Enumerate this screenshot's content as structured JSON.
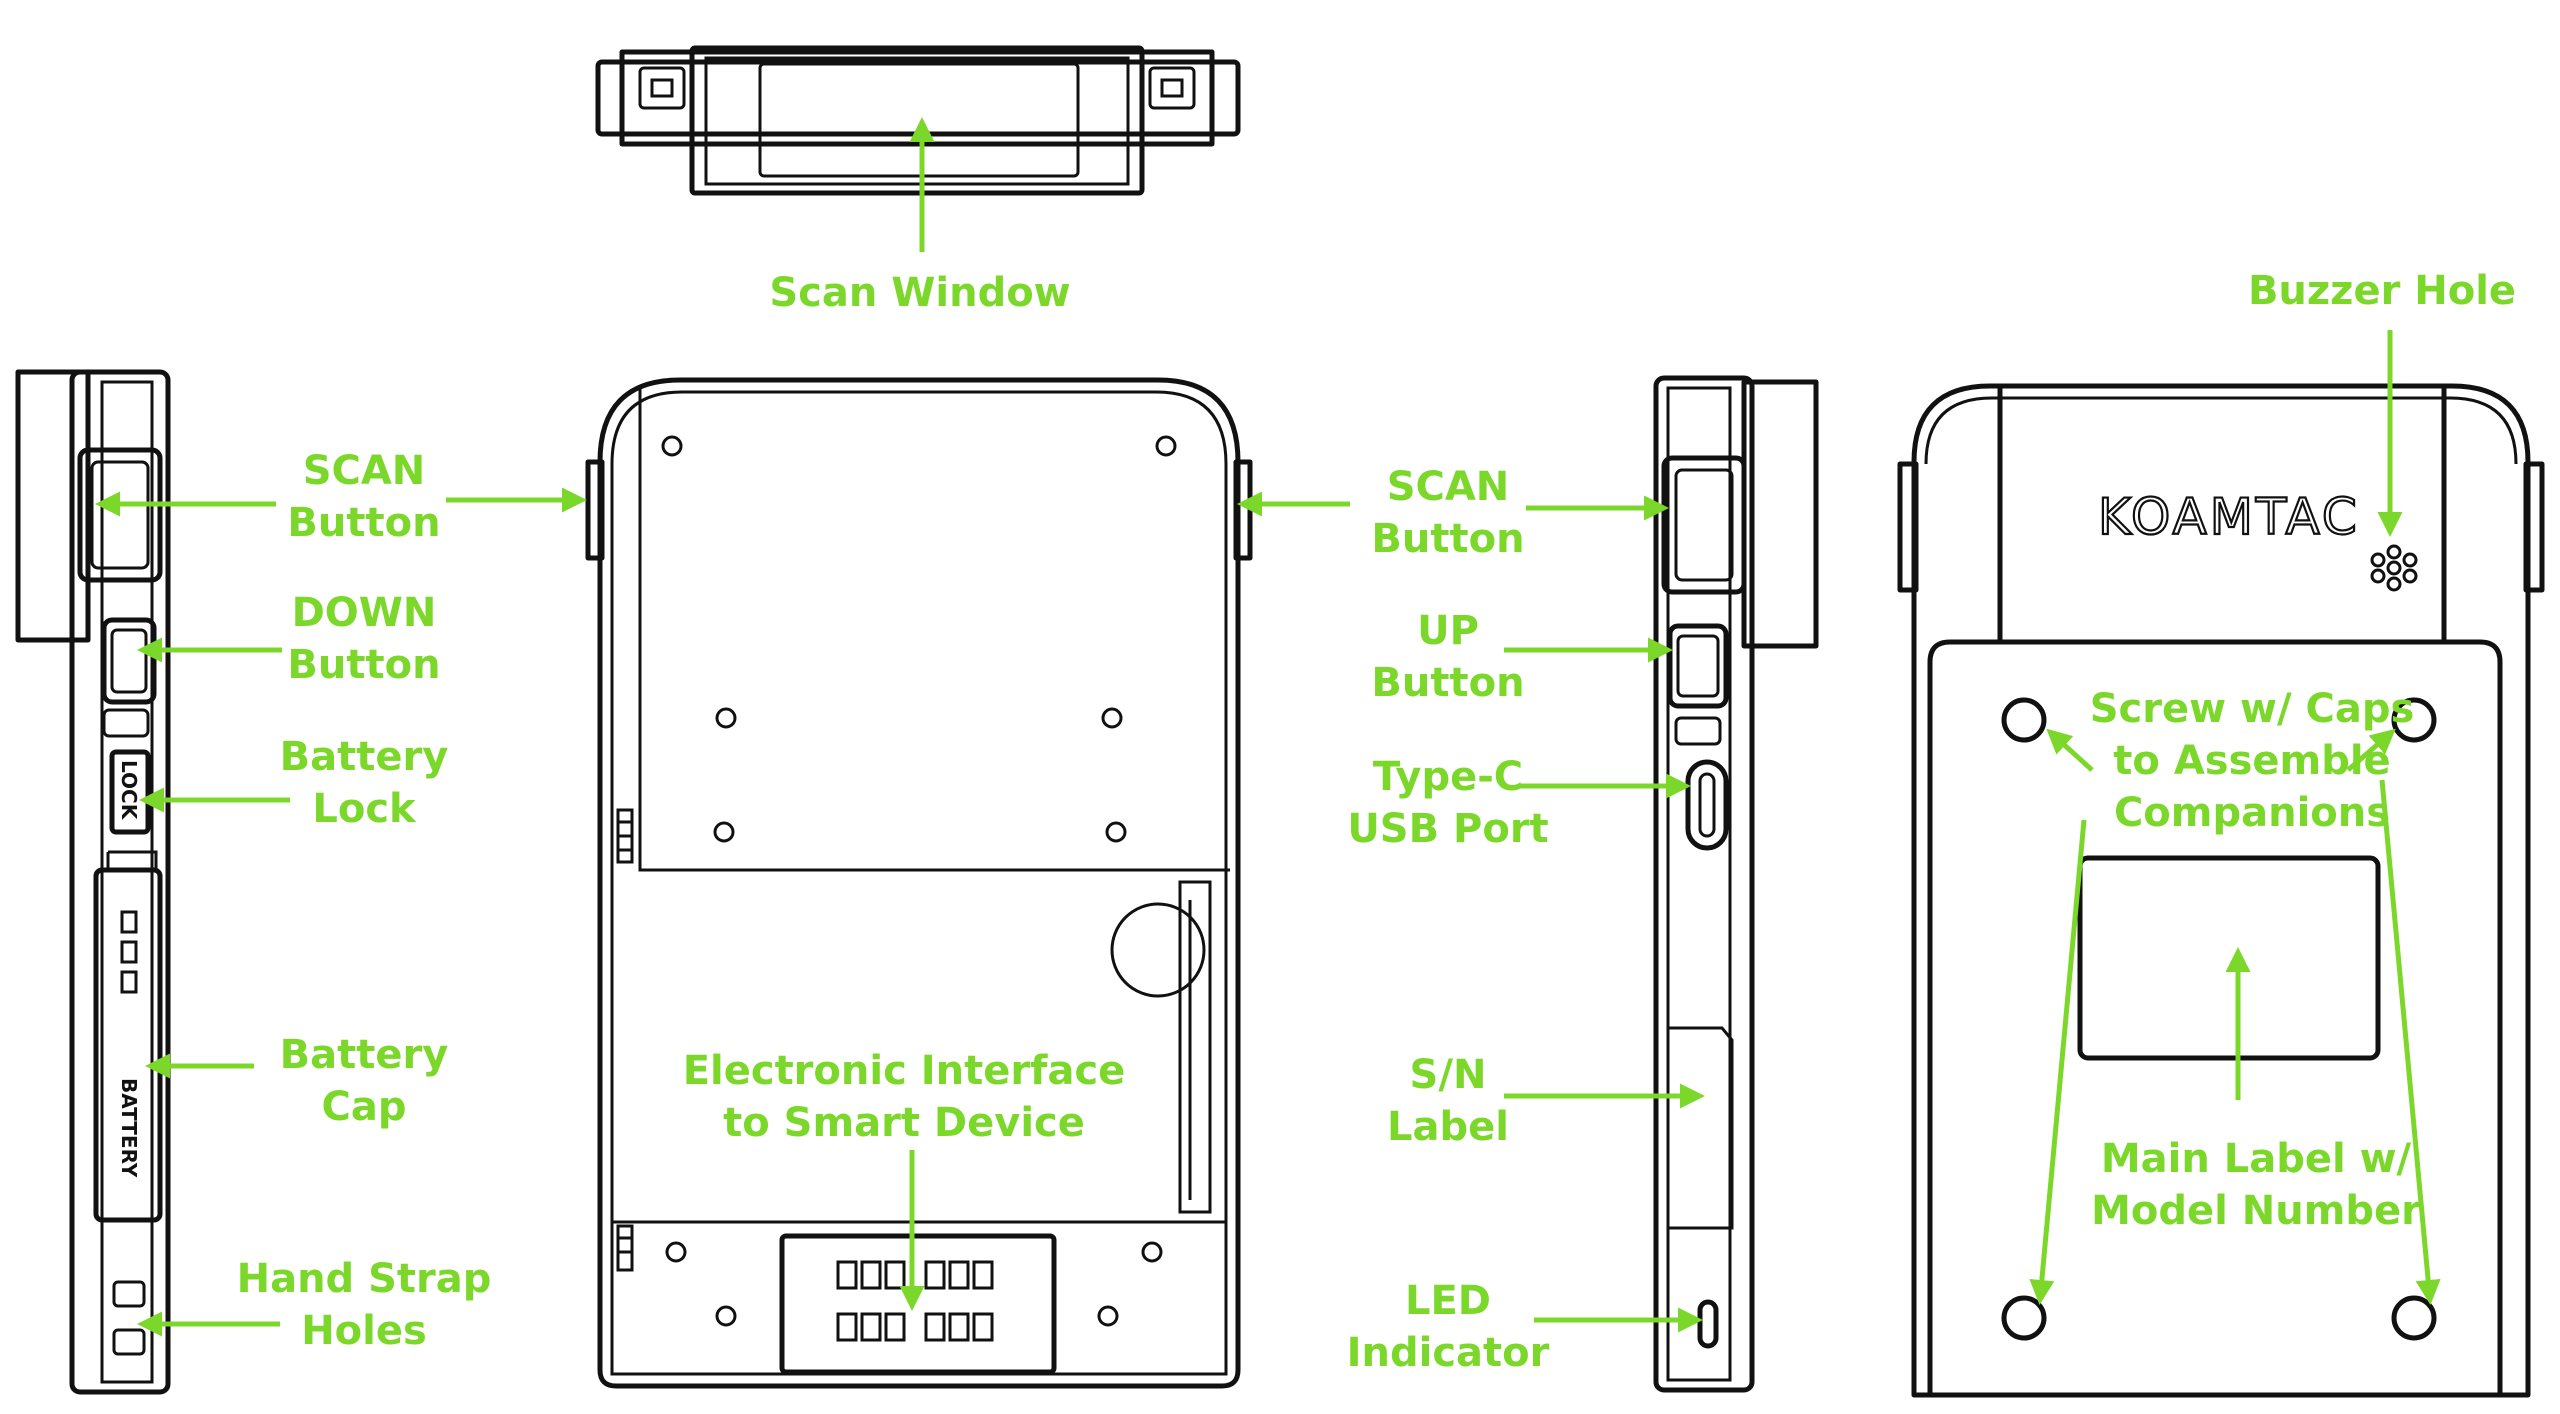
{
  "labels": {
    "scan_window": "Scan Window",
    "buzzer_hole": "Buzzer Hole",
    "left_scan": [
      "SCAN",
      "Button"
    ],
    "down_button": [
      "DOWN",
      "Button"
    ],
    "battery_lock": [
      "Battery",
      "Lock"
    ],
    "battery_cap": [
      "Battery",
      "Cap"
    ],
    "hand_strap": [
      "Hand Strap",
      "Holes"
    ],
    "electronic_interface": [
      "Electronic Interface",
      "to Smart Device"
    ],
    "right_scan": [
      "SCAN",
      "Button"
    ],
    "up_button": [
      "UP",
      "Button"
    ],
    "usb_port": [
      "Type-C",
      "USB Port"
    ],
    "sn_label": [
      "S/N",
      "Label"
    ],
    "led": [
      "LED",
      "Indicator"
    ],
    "screw": [
      "Screw w/ Caps",
      "to Assemble",
      "Companions"
    ],
    "main_label": [
      "Main Label w/",
      "Model Number"
    ]
  },
  "device": {
    "brand": "KOAMTAC",
    "lock_text": "LOCK",
    "battery_text": "BATTERY"
  },
  "colors": {
    "annotation": "#7bd82a",
    "line_art": "#111111"
  }
}
